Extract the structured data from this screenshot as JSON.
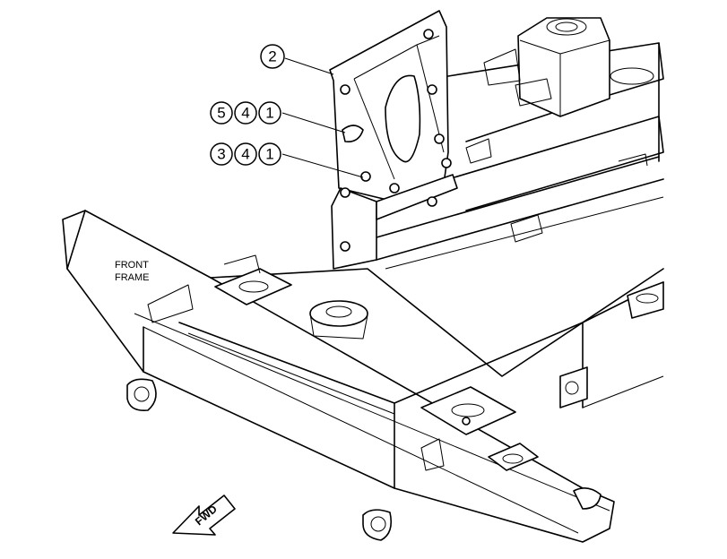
{
  "callouts": {
    "c2": [
      "2"
    ],
    "c541": [
      "5",
      "4",
      "1"
    ],
    "c341": [
      "3",
      "4",
      "1"
    ]
  },
  "labels": {
    "front_line1": "FRONT",
    "front_line2": "FRAME",
    "fwd": "FWD"
  }
}
